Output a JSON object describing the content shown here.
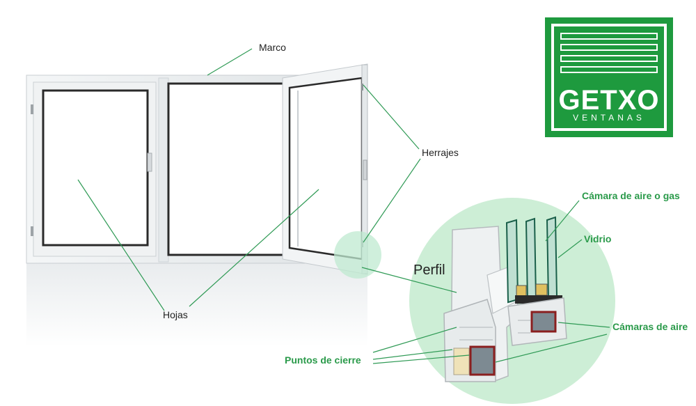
{
  "labels": {
    "marco": "Marco",
    "herrajes": "Herrajes",
    "hojas": "Hojas",
    "perfil": "Perfil",
    "camara_aire_gas": "Cámara de aire o gas",
    "vidrio": "Vidrio",
    "camaras_aire": "Cámaras de aire",
    "puntos_cierre": "Puntos de cierre"
  },
  "logo": {
    "word": "GETXO",
    "sub": "VENTANAS"
  },
  "colors": {
    "accent": "#2a9a4a",
    "logo_green": "#1e9a3e",
    "circle": "#cdeed6",
    "leader": "#2f9a55",
    "text": "#222222"
  }
}
